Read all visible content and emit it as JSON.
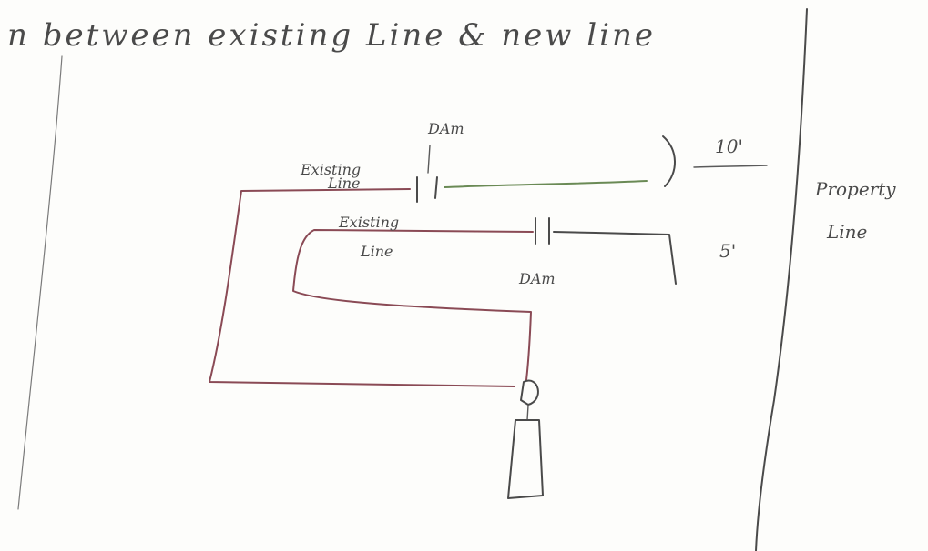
{
  "heading": "n between existing Line & new line",
  "labels": {
    "dam_top": "DAm",
    "dam_bottom": "DAm",
    "existing_line_top_1": "Existing",
    "existing_line_top_2": "Line",
    "existing_line_bottom_1": "Existing",
    "existing_line_bottom_2": "Line",
    "dim_top": "10'",
    "dim_bottom": "5'",
    "property_line_1": "Property",
    "property_line_2": "Line"
  }
}
